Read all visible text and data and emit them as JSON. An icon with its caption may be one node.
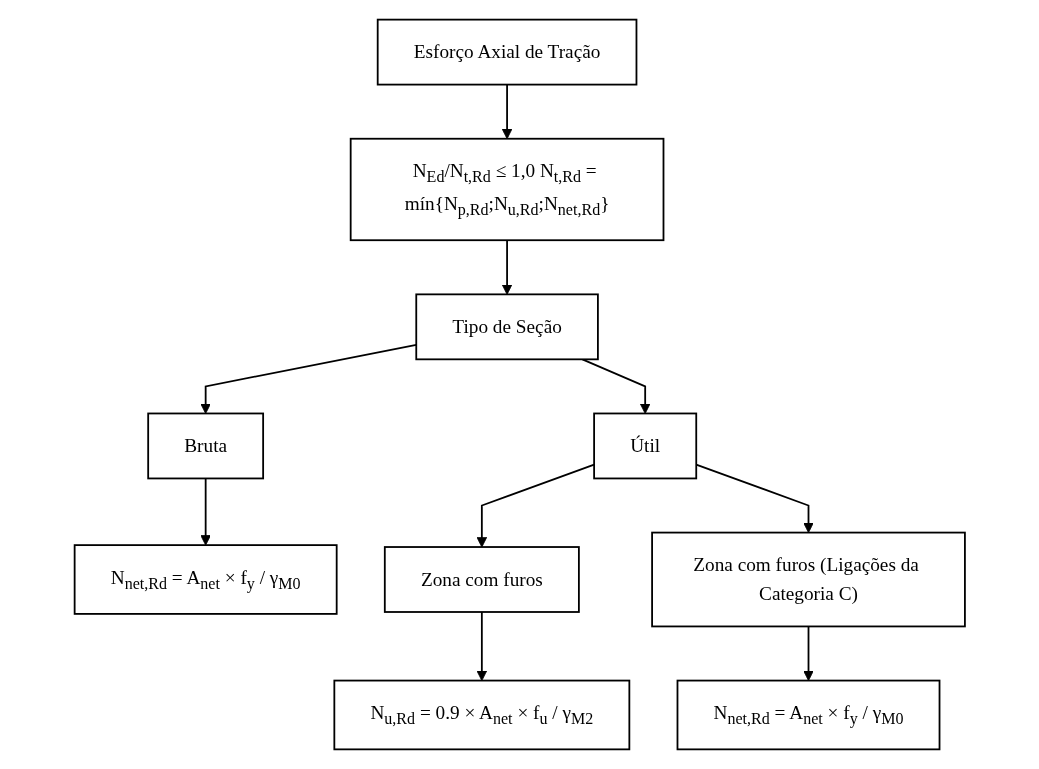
{
  "diagram": {
    "nodes": [
      {
        "text": [
          "Esforço Axial de Tração"
        ]
      },
      {
        "text": [
          "N$_{Ed}$/N$_{t,Rd}$ ≤ 1,0 N$_{t,Rd}$ = mín{N$_{p,Rd}$;N$_{u,Rd}$;N$_{net,Rd}$}"
        ]
      },
      {
        "text": [
          "Tipo de Seção"
        ]
      },
      {
        "text": [
          "Bruta"
        ]
      },
      {
        "text": [
          "Útil"
        ]
      },
      {
        "text": [
          "N$_{net,Rd}$ = A$_{net}$ × f$_{y}$ / γ$_{M0}$"
        ]
      },
      {
        "text": [
          "Zona com furos"
        ]
      },
      {
        "text": [
          "Zona com furos (Ligações da Categoria C)"
        ]
      },
      {
        "text": [
          "N$_{u,Rd}$ = 0.9 × A$_{net}$ × f$_{u}$ / γ$_{M2}$"
        ]
      },
      {
        "text": [
          "N$_{net,Rd}$ = A$_{net}$ × f$_{y}$ / γ$_{M0}$"
        ]
      }
    ],
    "edges": [
      {
        "from": 0,
        "to": 1,
        "arrow": "to"
      },
      {
        "from": 1,
        "to": 2,
        "arrow": "to"
      },
      {
        "from": 2,
        "to": 3,
        "arrow": "to"
      },
      {
        "from": 2,
        "to": 4,
        "arrow": "to"
      },
      {
        "from": 3,
        "to": 5,
        "arrow": "to"
      },
      {
        "from": 4,
        "to": 6,
        "arrow": "to"
      },
      {
        "from": 4,
        "to": 7,
        "arrow": "to"
      },
      {
        "from": 6,
        "to": 8,
        "arrow": "to"
      },
      {
        "from": 7,
        "to": 9,
        "arrow": "to"
      }
    ]
  }
}
